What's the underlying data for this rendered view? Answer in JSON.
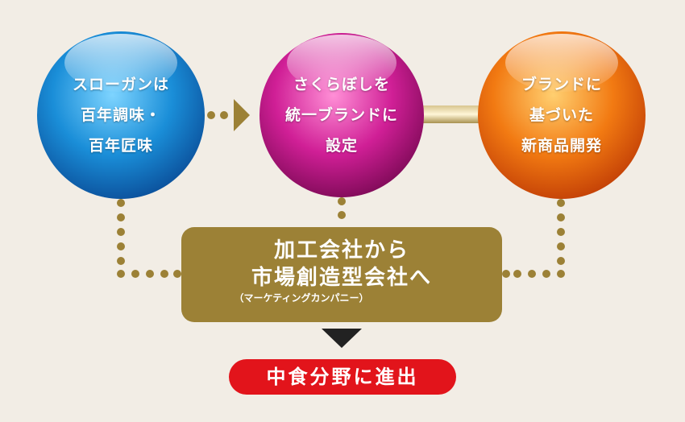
{
  "nodes": [
    {
      "id": "slogan",
      "lines": [
        "スローガンは",
        "百年調味・",
        "百年匠味"
      ],
      "color": "#1a7fd0"
    },
    {
      "id": "brand",
      "lines": [
        "さくらぼしを",
        "統一ブランドに",
        "設定"
      ],
      "color": "#c61a8e"
    },
    {
      "id": "product",
      "lines": [
        "ブランドに",
        "基づいた",
        "新商品開発"
      ],
      "color": "#ee6a10"
    }
  ],
  "center_box": {
    "lines": [
      "加工会社から",
      "市場創造型会社へ"
    ],
    "subtitle": "（マーケティングカンパニー）",
    "color": "#9c8136"
  },
  "result": {
    "text": "中食分野に進出",
    "color": "#e2141b"
  },
  "connector_color": "#9c8136"
}
